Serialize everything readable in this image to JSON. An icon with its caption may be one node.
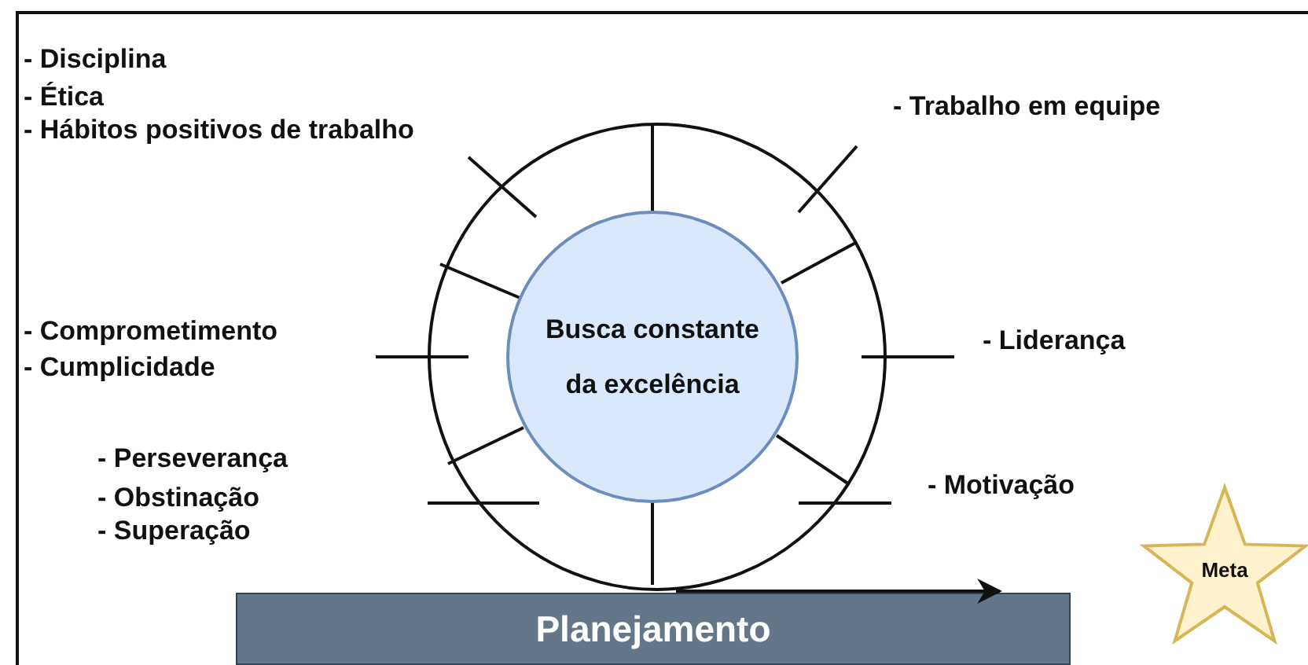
{
  "diagram": {
    "nodes": [
      {
        "text": [],
        "shape": "circle"
      },
      {
        "text": [
          "Busca constante da excelência"
        ],
        "in": 0
      },
      {
        "text": [
          "Planejamento"
        ]
      },
      {
        "text": [
          "Meta"
        ]
      }
    ],
    "edges": [],
    "labels": [
      "- Disciplina",
      "- Ética",
      "- Hábitos positivos de trabalho",
      "- Trabalho em equipe",
      "- Comprometimento",
      "- Cumplicidade",
      "- Liderança",
      "- Perseverança",
      "- Obstinação",
      "- Superação",
      "- Motivação"
    ]
  }
}
